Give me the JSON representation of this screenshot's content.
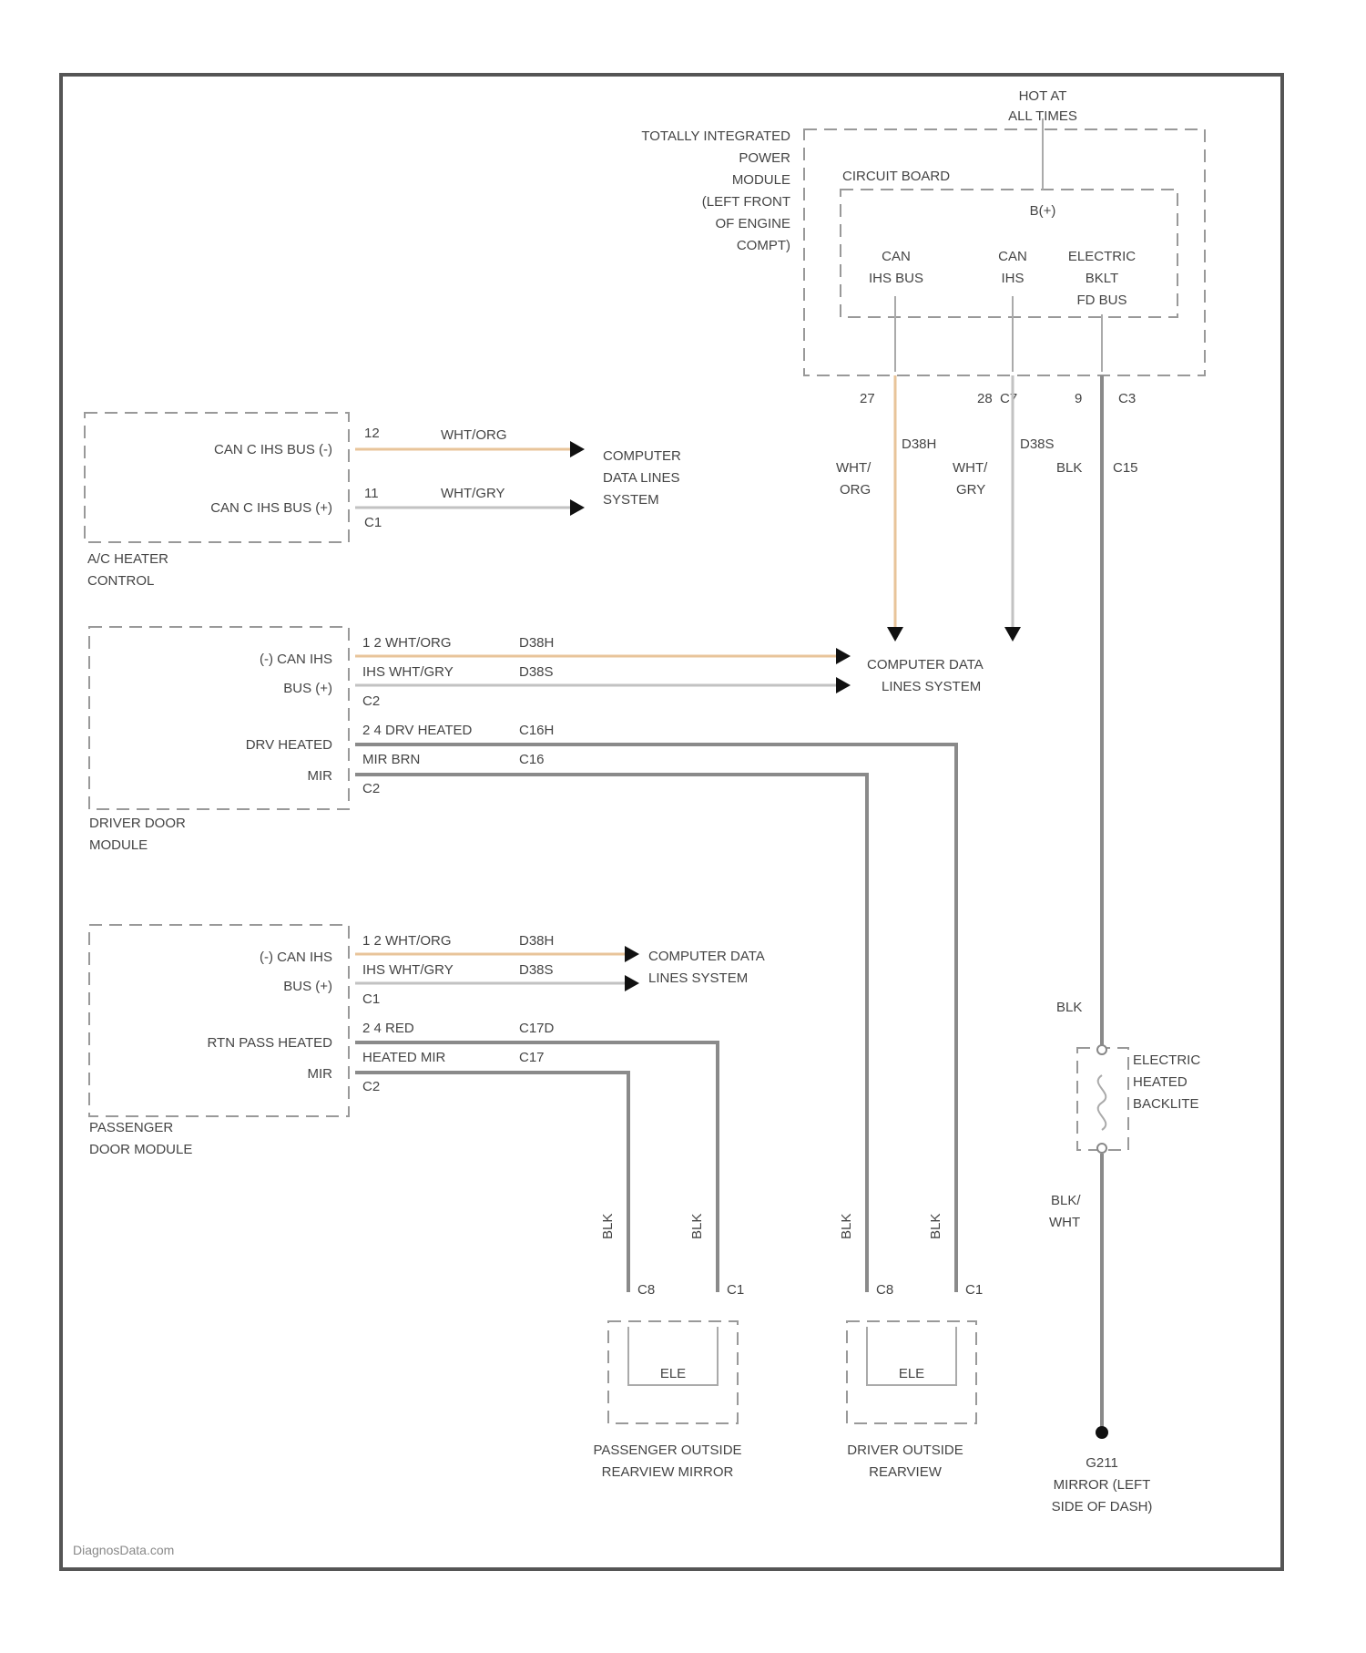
{
  "diagram": {
    "tipm": {
      "name": [
        "TOTALLY INTEGRATED",
        "POWER",
        "MODULE",
        "(LEFT FRONT",
        "OF ENGINE",
        "COMPT)"
      ],
      "hot_label": [
        "HOT AT",
        "ALL TIMES"
      ],
      "circuit_board": "CIRCUIT BOARD",
      "fuse": "B(+)",
      "pin_can_ihs": [
        "CAN",
        "IHS BUS"
      ],
      "pin_can_ihs2": [
        "CAN",
        "IHS"
      ],
      "pin_backlite": [
        "ELECTRIC",
        "BKLT",
        "FD BUS"
      ],
      "pins": [
        "27",
        "28",
        "C7",
        "9",
        "C3"
      ],
      "wire_left_color": [
        "WHT/",
        "ORG"
      ],
      "wire_left_circuit": "D38H",
      "wire_right_color": [
        "WHT/",
        "GRY"
      ],
      "wire_right_circuit": "D38S",
      "wire_blk": "BLK",
      "wire_blk_circuit": "C15"
    },
    "ac_heater": {
      "name": [
        "A/C HEATER",
        "CONTROL"
      ],
      "pin1": "CAN C IHS BUS (-)",
      "pin2": "CAN C IHS BUS (+)",
      "wire1": "WHT/ORG",
      "wire2": "WHT/GRY",
      "pins": [
        "12",
        "11",
        "C1"
      ],
      "destination": [
        "COMPUTER",
        "DATA LINES",
        "SYSTEM"
      ]
    },
    "computer_data_center": [
      "COMPUTER DATA",
      "LINES SYSTEM"
    ],
    "driver_door": {
      "name": [
        "DRIVER DOOR",
        "MODULE"
      ],
      "pin_can": "(-) CAN IHS",
      "pin_bus": "BUS (+)",
      "pin_heated": "DRV HEATED",
      "pin_mir": "MIR",
      "row1": "1  2  WHT/ORG",
      "row1_circuit": "D38H",
      "row2": "IHS  WHT/GRY",
      "row2_circuit": "D38S",
      "c2a": "C2",
      "row3": "2  4  DRV HEATED",
      "row3_circuit": "C16H",
      "row4": "MIR  BRN",
      "row4_circuit": "C16",
      "c2b": "C2"
    },
    "passenger_door": {
      "name": [
        "PASSENGER",
        "DOOR MODULE"
      ],
      "pin_can": "(-) CAN IHS",
      "pin_bus": "BUS (+)",
      "pin_heated": "RTN PASS HEATED",
      "pin_mir": "MIR",
      "row1": "1  2  WHT/ORG",
      "row1_circuit": "D38H",
      "row2": "IHS  WHT/GRY",
      "row2_circuit": "D38S",
      "c1": "C1",
      "row3": "2  4  RED",
      "row3_circuit": "C17D",
      "row4": "HEATED  MIR",
      "row4_circuit": "C17",
      "c2": "C2",
      "destination": [
        "COMPUTER DATA",
        "LINES SYSTEM"
      ]
    },
    "backlite": {
      "name": [
        "ELECTRIC",
        "HEATED",
        "BACKLITE"
      ],
      "wire_top": "BLK",
      "wire_bottom": [
        "BLK/",
        "WHT"
      ]
    },
    "ground": {
      "name": [
        "G211",
        "MIRROR (LEFT",
        "SIDE OF DASH)"
      ]
    },
    "mirrors": {
      "wire_label": "BLK",
      "pin_a": "C8",
      "pin_b": "C1",
      "element": "ELE",
      "passenger": [
        "PASSENGER OUTSIDE",
        "REARVIEW MIRROR"
      ],
      "driver": [
        "DRIVER OUTSIDE",
        "REARVIEW"
      ]
    },
    "watermark": "DiagnosData.com"
  },
  "colors": {
    "orange_wire": "#e8c49a",
    "gray_wire": "#8a8a8a",
    "light_wire": "#c2c2c2"
  }
}
